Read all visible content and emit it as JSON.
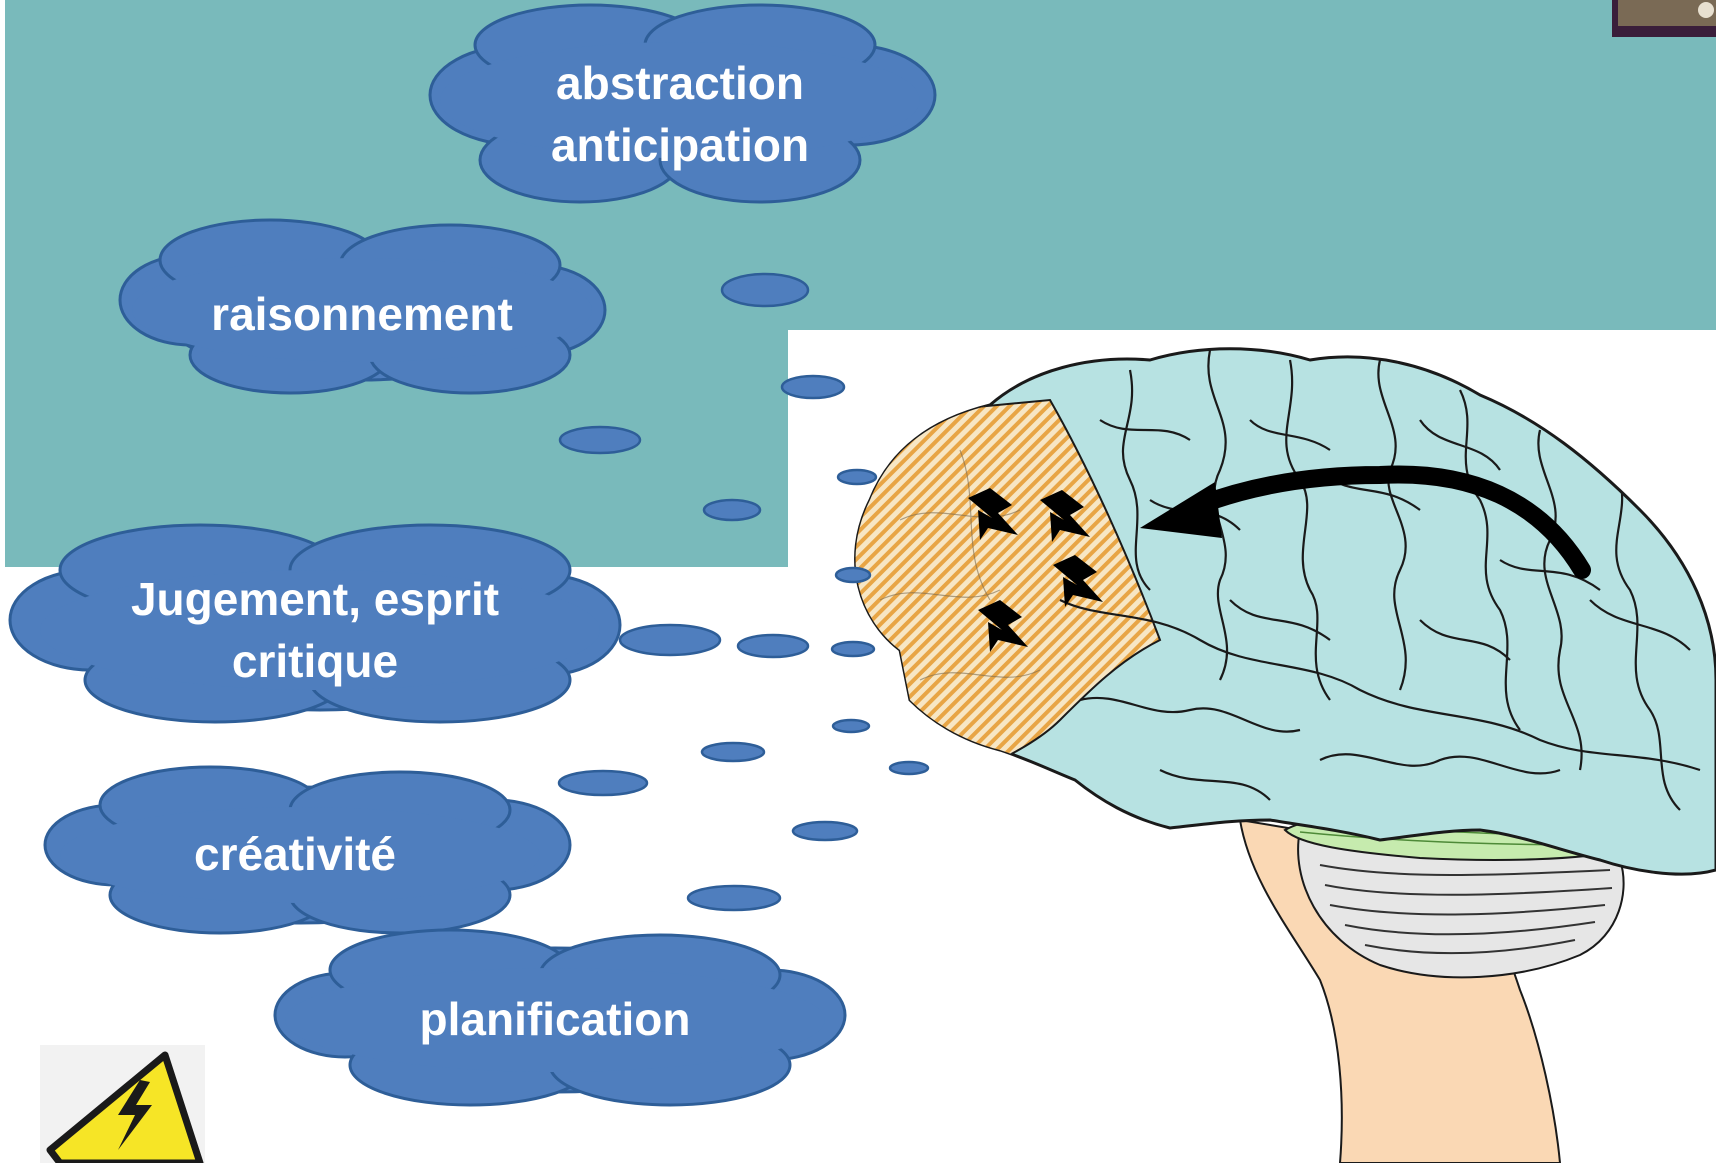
{
  "colors": {
    "teal_panel": "#79BABB",
    "cloud_fill": "#4F7EBE",
    "cloud_stroke": "#2E5E98",
    "cloud_text": "#FFFFFF",
    "brain_fill": "#B7E2E2",
    "frontal_hatch": "#E8A545",
    "cerebellum_stripe": "#A9D88C",
    "brainstem": "#FAD8B4",
    "warning_yellow": "#F6E526"
  },
  "clouds": [
    {
      "id": "abstraction",
      "lines": [
        "abstraction",
        "anticipation"
      ]
    },
    {
      "id": "raisonnement",
      "lines": [
        "raisonnement"
      ]
    },
    {
      "id": "jugement",
      "lines": [
        "Jugement, esprit",
        "critique"
      ]
    },
    {
      "id": "creativite",
      "lines": [
        "créativité"
      ]
    },
    {
      "id": "planification",
      "lines": [
        "planification"
      ]
    }
  ],
  "icons": {
    "lightning_bolts": "lightning-icon",
    "warning": "high-voltage-warning-icon",
    "arrow": "curved-arrow-icon"
  }
}
